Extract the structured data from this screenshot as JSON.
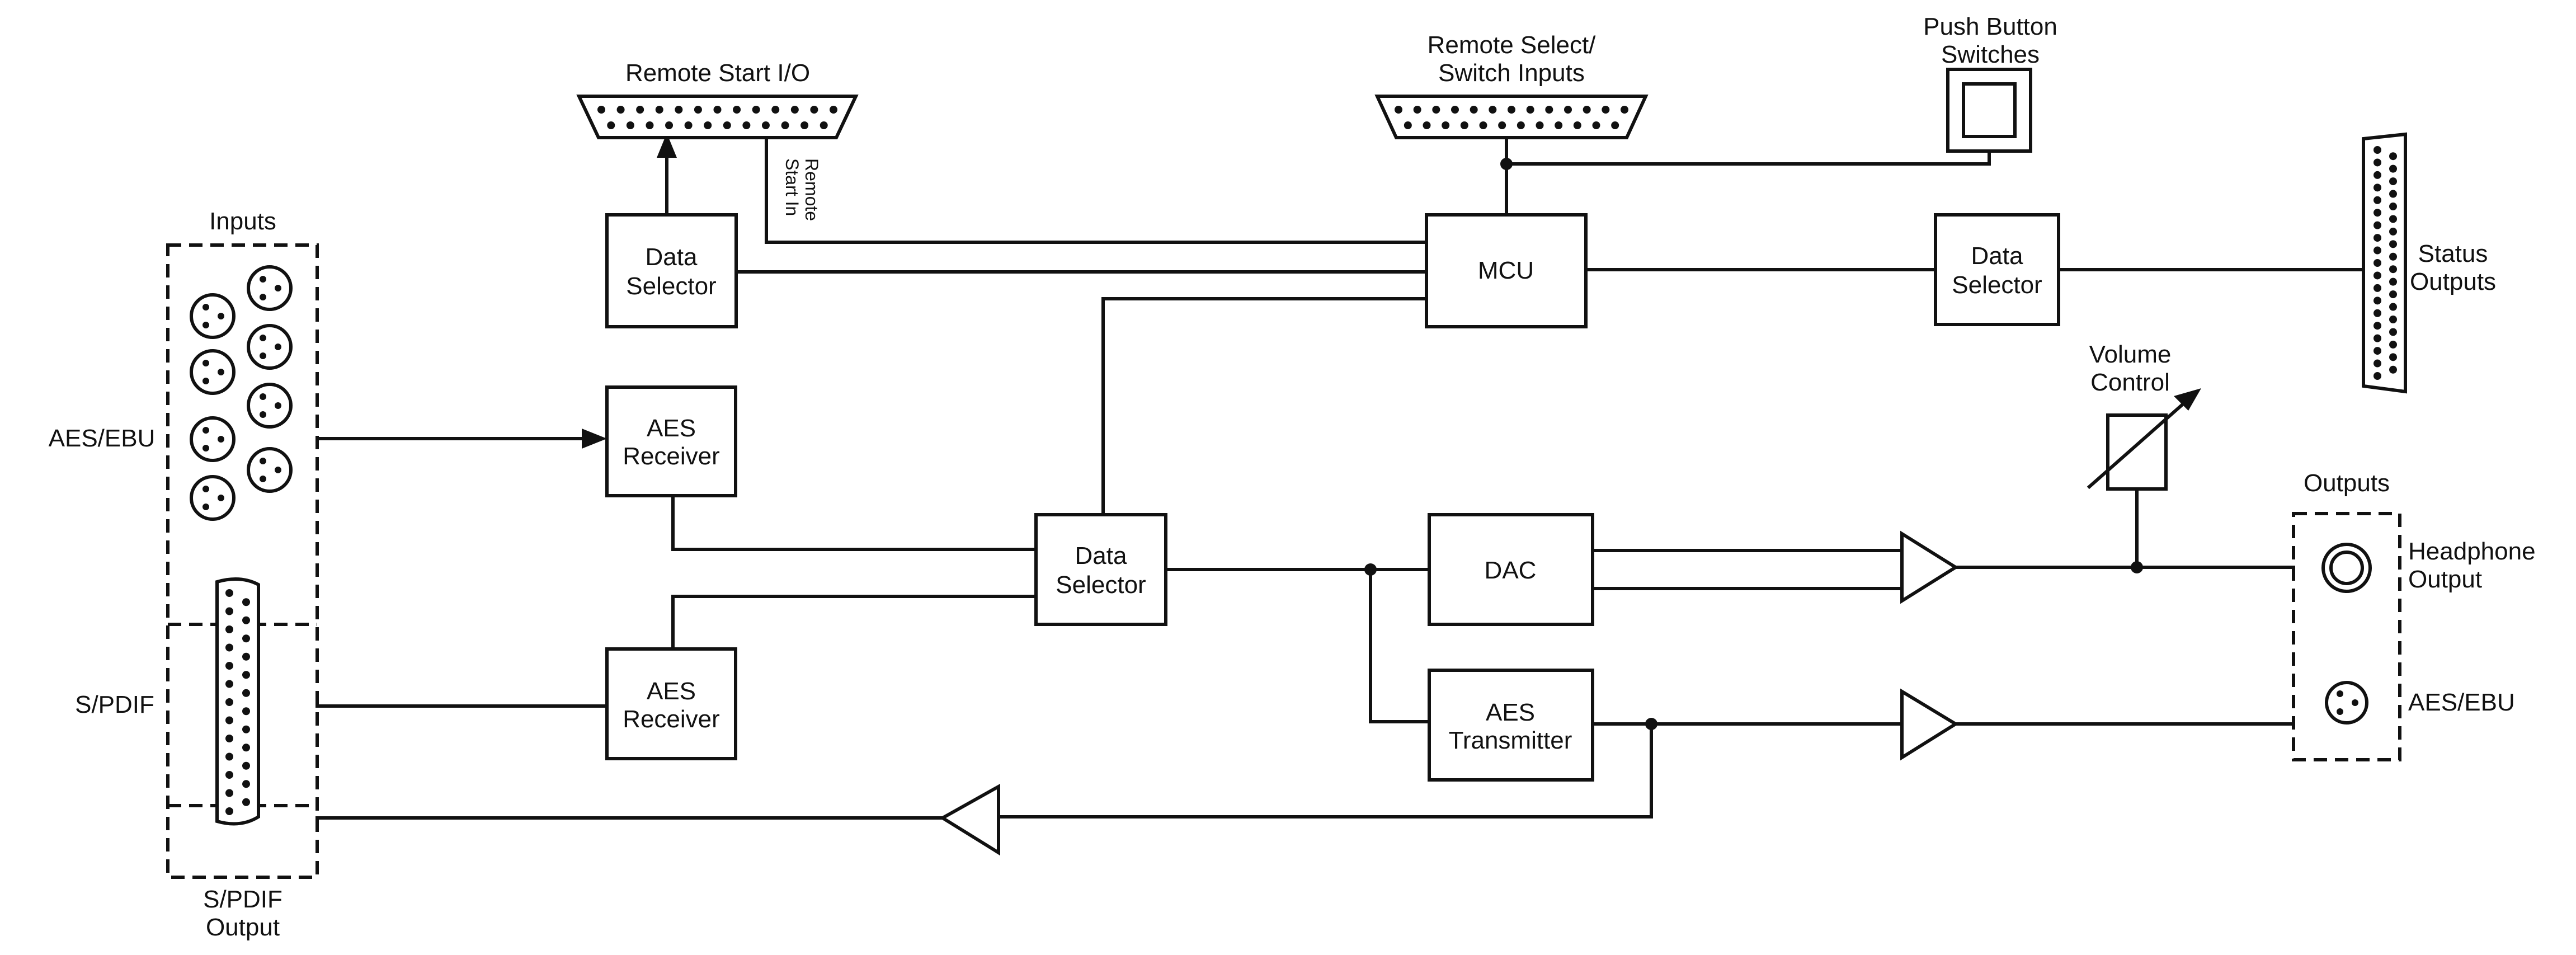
{
  "labels": {
    "remote_start_io": "Remote Start I/O",
    "remote_select_1": "Remote Select/",
    "remote_select_2": "Switch Inputs",
    "push_button_1": "Push Button",
    "push_button_2": "Switches",
    "remote_start_in_1": "Remote",
    "remote_start_in_2": "Start In",
    "inputs": "Inputs",
    "aes_ebu_in": "AES/EBU",
    "spdif_in": "S/PDIF",
    "spdif_out_1": "S/PDIF",
    "spdif_out_2": "Output",
    "status_outputs_1": "Status",
    "status_outputs_2": "Outputs",
    "volume_control_1": "Volume",
    "volume_control_2": "Control",
    "outputs": "Outputs",
    "headphone_1": "Headphone",
    "headphone_2": "Output",
    "aes_ebu_out": "AES/EBU"
  },
  "blocks": {
    "ds_top_1": "Data",
    "ds_top_2": "Selector",
    "mcu": "MCU",
    "ds_right_1": "Data",
    "ds_right_2": "Selector",
    "aes_rx1_1": "AES",
    "aes_rx1_2": "Receiver",
    "aes_rx2_1": "AES",
    "aes_rx2_2": "Receiver",
    "ds_mid_1": "Data",
    "ds_mid_2": "Selector",
    "dac": "DAC",
    "aes_tx_1": "AES",
    "aes_tx_2": "Transmitter"
  }
}
